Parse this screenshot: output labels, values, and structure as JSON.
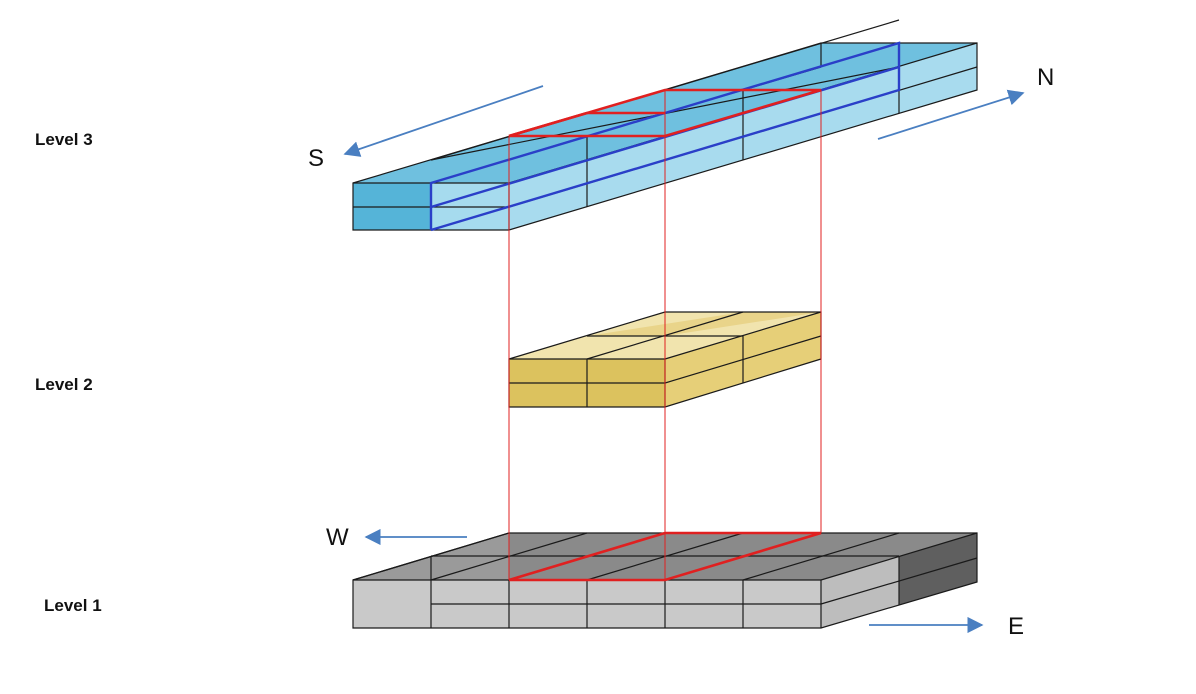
{
  "levels": {
    "level3": "Level 3",
    "level2": "Level 2",
    "level1": "Level 1"
  },
  "directions": {
    "north": "N",
    "south": "S",
    "west": "W",
    "east": "E"
  },
  "colors": {
    "level3_fill": "#a9dcee",
    "level3_top": "#78c4e2",
    "level3_dark": "#55b6da",
    "level2_fill": "#e2c868",
    "level2_top": "#f2e2a6",
    "level1_fill": "#c8c8c8",
    "level1_top": "#7a7a7a",
    "level1_dark": "#555555",
    "highlight_red": "#e02020",
    "highlight_blue": "#2a3fc8",
    "arrow": "#4a7fc1"
  }
}
